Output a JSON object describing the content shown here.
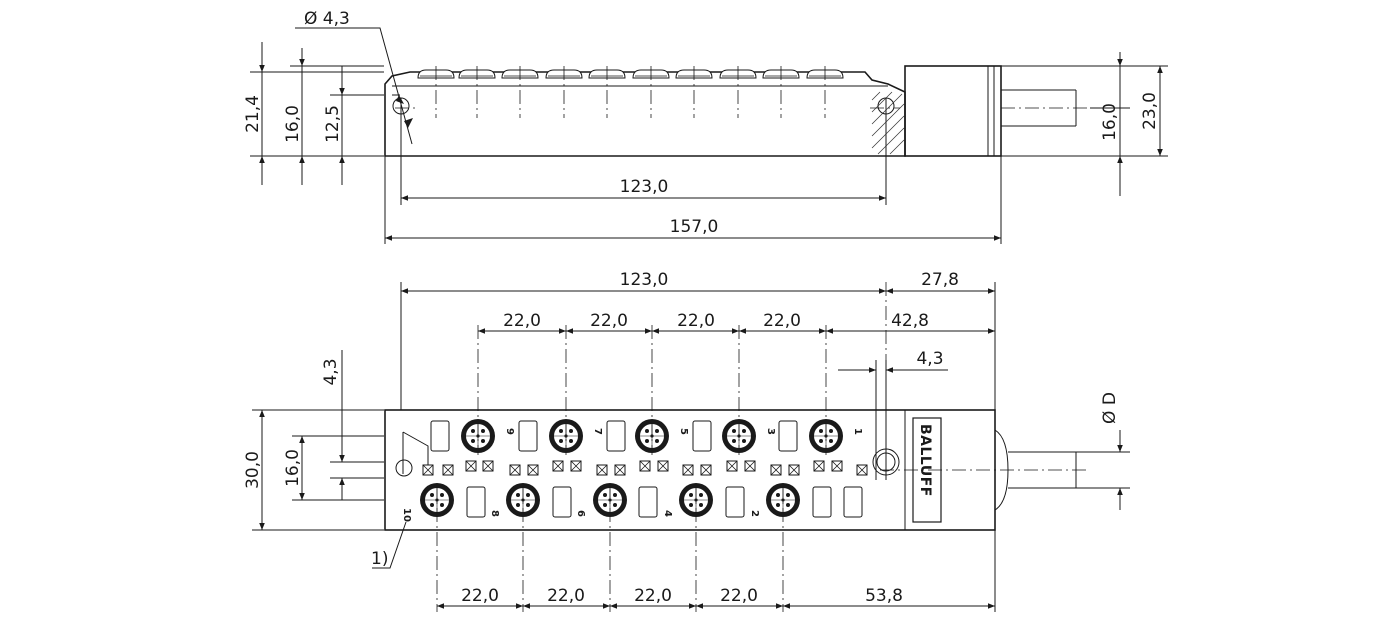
{
  "brand_label": "BALLUFF",
  "footnote_marker": "1)",
  "top_view": {
    "hole_diameter": "Ø 4,3",
    "dim_height_overall": "21,4",
    "dim_height_body": "16,0",
    "dim_hole_height": "12,5",
    "dim_cable_center": "16,0",
    "dim_cable_overall": "23,0",
    "dim_hole_pitch": "123,0",
    "dim_length_overall": "157,0"
  },
  "front_view": {
    "dim_hole_pitch": "123,0",
    "dim_cable_end": "27,8",
    "dim_upper_pitches": [
      "22,0",
      "22,0",
      "22,0",
      "22,0"
    ],
    "dim_upper_tail": "42,8",
    "dim_hole_width": "4,3",
    "dim_top_offset": "4,3",
    "dim_height": "30,0",
    "dim_row_spacing": "16,0",
    "dim_cable_diameter": "Ø D",
    "dim_lower_pitches": [
      "22,0",
      "22,0",
      "22,0",
      "22,0"
    ],
    "dim_lower_tail": "53,8",
    "upper_port_numbers": [
      "9",
      "7",
      "5",
      "3",
      "1"
    ],
    "lower_port_numbers": [
      "10",
      "8",
      "6",
      "4",
      "2"
    ]
  }
}
